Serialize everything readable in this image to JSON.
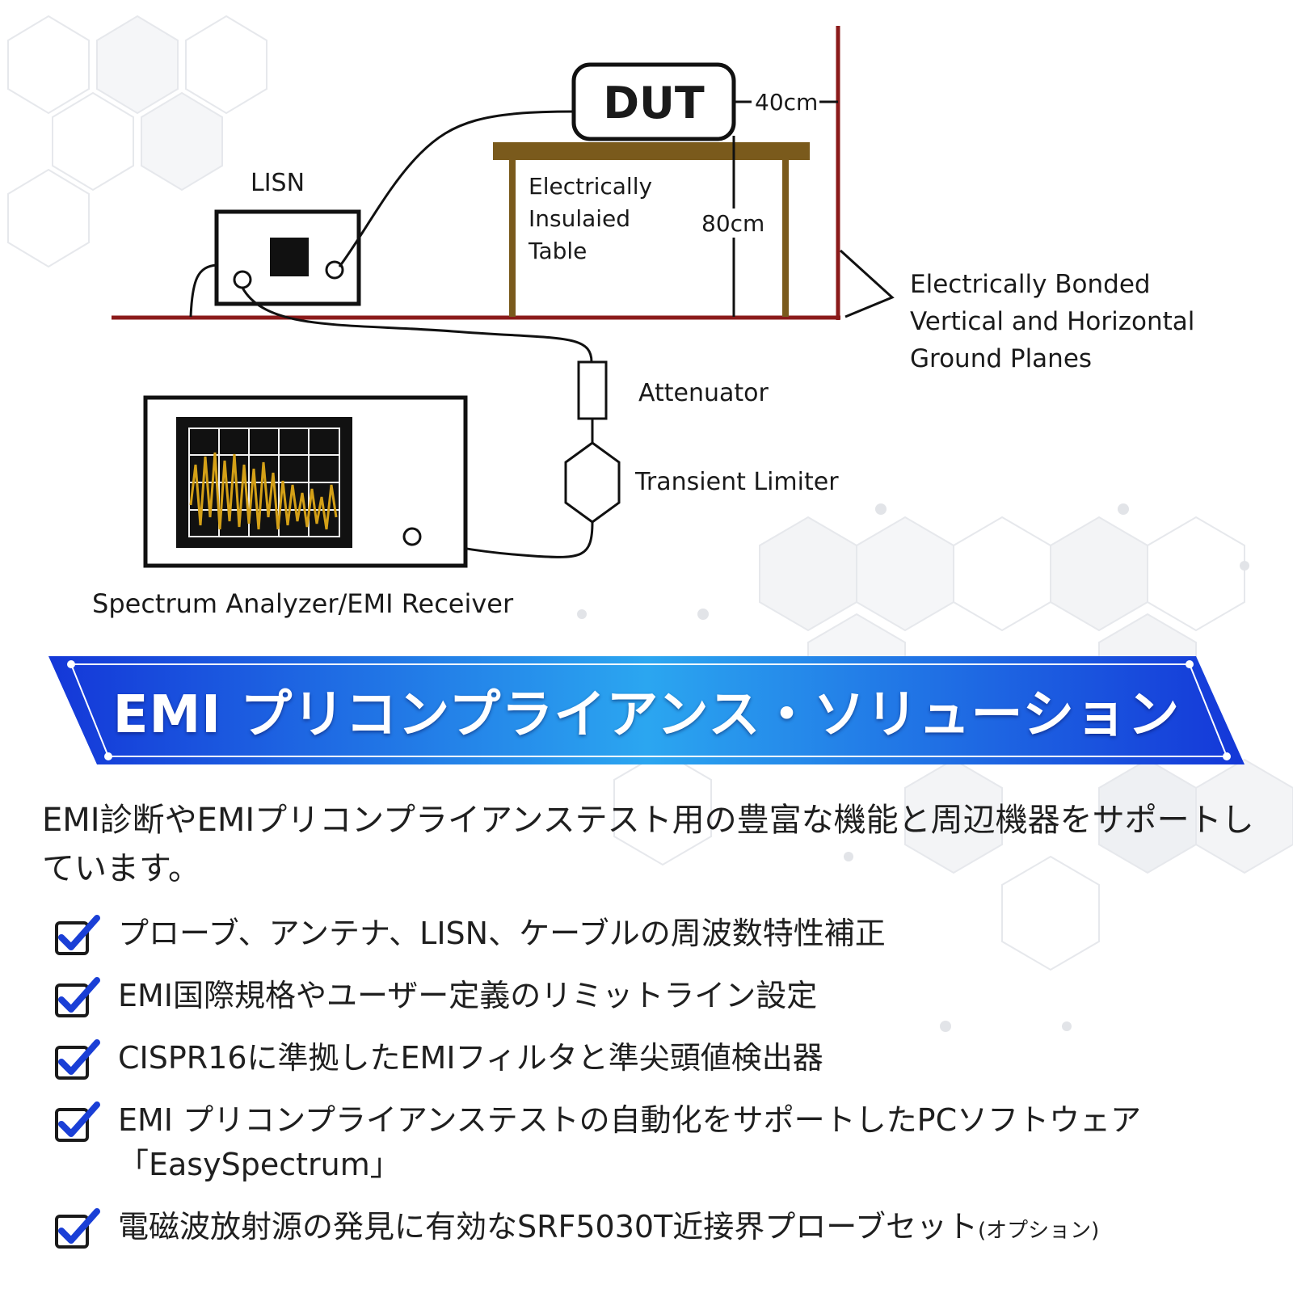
{
  "diagram": {
    "dut_label": "DUT",
    "distance_dut_wall": "40cm",
    "table_height": "80cm",
    "lisn_label": "LISN",
    "table_label_lines": [
      "Electrically",
      "Insulaied",
      "Table"
    ],
    "ground_label_lines": [
      "Electrically Bonded",
      "Vertical and Horizontal",
      "Ground Planes"
    ],
    "attenuator_label": "Attenuator",
    "limiter_label": "Transient Limiter",
    "analyzer_label": "Spectrum Analyzer/EMI Receiver",
    "colors": {
      "ground_plane": "#8b1a1a",
      "table": "#7a5a1c",
      "waveform": "#d4a017",
      "screen": "#111111"
    }
  },
  "banner": {
    "title": "EMI プリコンプライアンス・ソリューション",
    "colors": {
      "left": "#1437d8",
      "mid": "#2ba6f0",
      "right": "#1437d8"
    }
  },
  "intro": "EMI診断やEMIプリコンプライアンステスト用の豊富な機能と周辺機器をサポートしています。",
  "features": [
    {
      "text": "プローブ、アンテナ、LISN、ケーブルの周波数特性補正",
      "note": ""
    },
    {
      "text": "EMI国際規格やユーザー定義のリミットライン設定",
      "note": ""
    },
    {
      "text": "CISPR16に準拠したEMIフィルタと準尖頭値検出器",
      "note": ""
    },
    {
      "text": "EMI プリコンプライアンステストの自動化をサポートしたPCソフトウェア「EasySpectrum」",
      "note": ""
    },
    {
      "text": "電磁波放射源の発見に有効なSRF5030T近接界プローブセット",
      "note": "(オプション)"
    }
  ],
  "icons": {
    "check": "checkbox-check-icon",
    "check_color": "#1a3fd6"
  }
}
